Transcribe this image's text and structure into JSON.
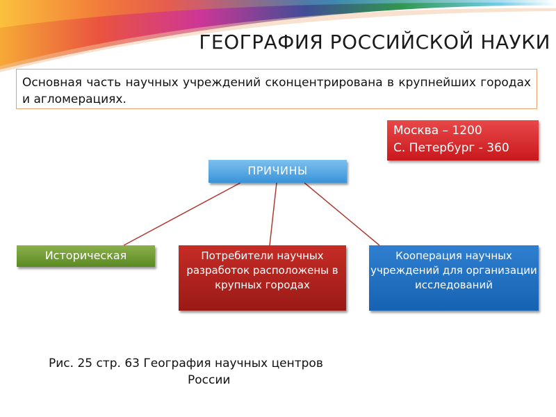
{
  "title": "ГЕОГРАФИЯ РОССИЙСКОЙ НАУКИ",
  "intro_text": "Основная часть научных учреждений сконцентрирована в крупнейших городах и агломерациях.",
  "stats": {
    "line1": "Москва – 1200",
    "line2": "С. Петербург - 360"
  },
  "diagram": {
    "root": "ПРИЧИНЫ",
    "children": [
      "Историческая",
      "Потребители научных разработок расположены в крупных городах",
      "Кооперация научных учреждений для организации исследований"
    ]
  },
  "caption": {
    "line1": "Рис. 25 стр. 63  География научных центров",
    "line2": "России"
  },
  "colors": {
    "root": "#4aa3e6",
    "historical": "#6e9a33",
    "consumers": "#b0221e",
    "cooperation": "#2270c2",
    "stats_bg": "#d9282b",
    "connector": "#b03a30",
    "intro_border": "#e8a36a"
  }
}
